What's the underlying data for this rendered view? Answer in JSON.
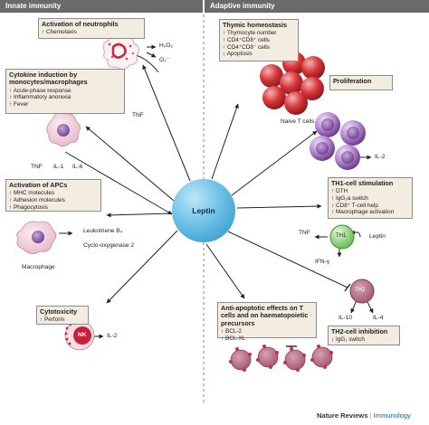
{
  "headers": {
    "innate": "Innate immunity",
    "adaptive": "Adaptive immunity"
  },
  "center": "Leptin",
  "neutrophils": {
    "title": "Activation of neutrophils",
    "items": [
      "↑ Chemotaxis"
    ],
    "h2o2": "H₂O₂",
    "o2": "O₂⁻"
  },
  "cytokine": {
    "title": "Cytokine induction by monocytes/macrophages",
    "items": [
      "↑ Acute-phase response",
      "↑ Inflammatory anorexia",
      "↑ Fever"
    ],
    "tnf_out": "TNF",
    "tnf": "TNF",
    "il1": "IL-1",
    "il6": "IL-6"
  },
  "apc": {
    "title": "Activation of APCs",
    "items": [
      "↑ MHC molecules",
      "↑ Adhesion molecules",
      "↑ Phagocytosis"
    ],
    "leuko": "Leukotriene B₄",
    "cox": "Cyclo-oxygenase 2",
    "macrophage": "Macrophage"
  },
  "cytotox": {
    "title": "Cytotoxicity",
    "items": [
      "↑ Perforin"
    ],
    "nk": "NK",
    "il2": "IL-2"
  },
  "thymic": {
    "title": "Thymic homeostasis",
    "items": [
      "↑ Thymocyte number",
      "↑ CD4⁺CD8⁺ cells",
      "↑ CD4⁺CD8⁻ cells",
      "↓ Apoptosis"
    ]
  },
  "prolif": {
    "title": "Proliferation",
    "naive": "Naive T cells",
    "il2": "IL-2"
  },
  "th1": {
    "title": "TH1-cell stimulation",
    "items": [
      "↑ DTH",
      "↑ IgG₂a switch",
      "↑ CD8⁺ T-cell help",
      "↑ Macrophage activation"
    ],
    "cell": "TH1",
    "tnf": "TNF",
    "leptin": "Leptin",
    "ifn": "IFN-γ"
  },
  "th2": {
    "cell": "TH2",
    "il10": "IL-10",
    "il4": "IL-4",
    "title": "TH2-cell inhibition",
    "items": [
      "↓ IgG₁ switch"
    ]
  },
  "antiapop": {
    "title": "Anti-apoptotic effects on T cells and on haematopoietic precursors",
    "items": [
      "↑ BCL-2",
      "↑ BCL-XL"
    ]
  },
  "footer": {
    "source": "Nature Reviews",
    "journal": "Immunology"
  }
}
